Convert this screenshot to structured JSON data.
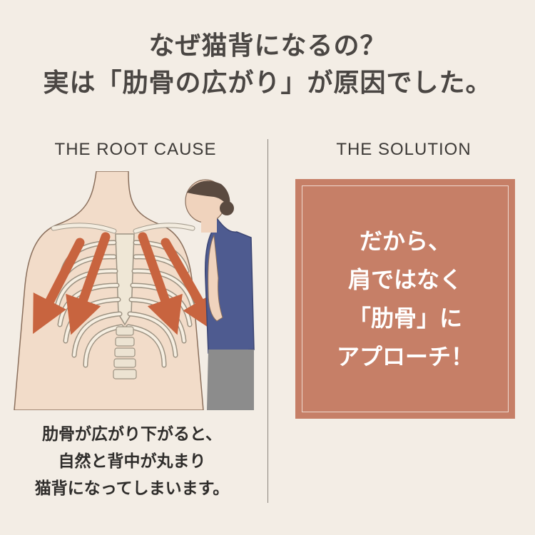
{
  "headline": {
    "line1": "なぜ猫背になるの？",
    "line2": "実は「肋骨の広がり」が原因でした。"
  },
  "left_column": {
    "heading": "THE ROOT CAUSE",
    "caption_lines": [
      "肋骨が広がり下がると、",
      "自然と背中が丸まり",
      "猫背になってしまいます。"
    ]
  },
  "right_column": {
    "heading": "THE SOLUTION",
    "box_lines": [
      "だから、",
      "肩ではなく",
      "「肋骨」に",
      "アプローチ！"
    ]
  },
  "colors": {
    "background": "#f3ede5",
    "accent_box": "#c67f67",
    "arrow": "#c8643f",
    "divider": "#8b847d"
  }
}
